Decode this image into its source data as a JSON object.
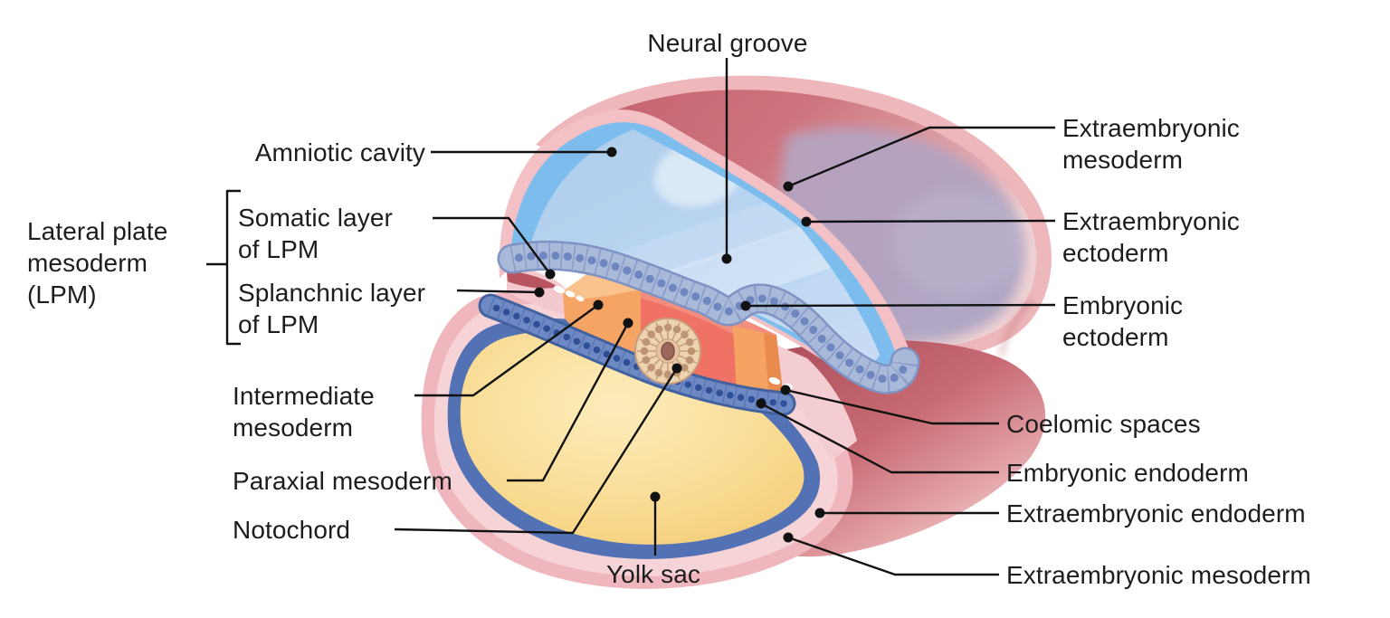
{
  "figure": {
    "type": "anatomical-diagram",
    "subject": "Embryo cross-section with germ layers and cavities"
  },
  "labels": {
    "neural_groove": {
      "lines": [
        "Neural groove"
      ]
    },
    "amniotic_cavity": {
      "lines": [
        "Amniotic cavity"
      ]
    },
    "lpm_group": {
      "lines": [
        "Lateral plate",
        "mesoderm",
        "(LPM)"
      ]
    },
    "somatic_layer": {
      "lines": [
        "Somatic layer",
        "of LPM"
      ]
    },
    "splanchnic_layer": {
      "lines": [
        "Splanchnic layer",
        "of LPM"
      ]
    },
    "intermediate_mesoderm": {
      "lines": [
        "Intermediate",
        "mesoderm"
      ]
    },
    "paraxial_mesoderm": {
      "lines": [
        "Paraxial mesoderm"
      ]
    },
    "notochord": {
      "lines": [
        "Notochord"
      ]
    },
    "yolk_sac": {
      "lines": [
        "Yolk sac"
      ]
    },
    "extraembryonic_mesoderm_top": {
      "lines": [
        "Extraembryonic",
        "mesoderm"
      ]
    },
    "extraembryonic_ectoderm": {
      "lines": [
        "Extraembryonic",
        "ectoderm"
      ]
    },
    "embryonic_ectoderm": {
      "lines": [
        "Embryonic",
        "ectoderm"
      ]
    },
    "coelomic_spaces": {
      "lines": [
        "Coelomic spaces"
      ]
    },
    "embryonic_endoderm": {
      "lines": [
        "Embryonic endoderm"
      ]
    },
    "extraembryonic_endoderm": {
      "lines": [
        "Extraembryonic endoderm"
      ]
    },
    "extraembryonic_mesoderm_bottom": {
      "lines": [
        "Extraembryonic mesoderm"
      ]
    }
  },
  "colors": {
    "label_text": "#1d1d1f",
    "leader_line": "#111111",
    "amnion_ring_blue": "#7cbdee",
    "amniotic_cavity_blue": "#b7d4f0",
    "extraembryonic_mesoderm_red": "#c96a74",
    "mauve_overlay": "#a9a3c4",
    "rim_pink": "#f2c0c5",
    "yolk_lobe_pink": "#efb7bd",
    "yolk_yellow": "#f8d88c",
    "endoderm_ring_blue": "#5372b5",
    "ectoderm_band_blue": "#a9b9da",
    "intermediate_mesoderm_orange": "#f5a263",
    "paraxial_mesoderm_salmon": "#f07265",
    "notochord_tan": "#eed3b0",
    "coelomic_space_white": "#ffffff"
  }
}
